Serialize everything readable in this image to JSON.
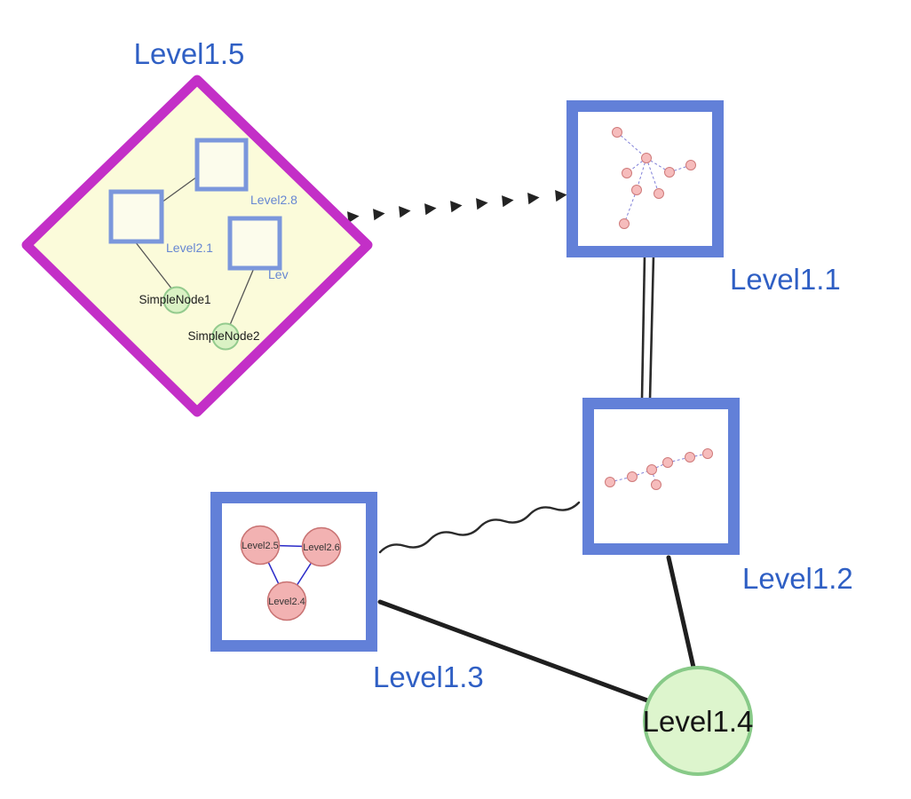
{
  "diagram": {
    "top_nodes": {
      "level1_5": {
        "label": "Level1.5",
        "shape": "diamond"
      },
      "level1_1": {
        "label": "Level1.1",
        "shape": "square"
      },
      "level1_2": {
        "label": "Level1.2",
        "shape": "square"
      },
      "level1_3": {
        "label": "Level1.3",
        "shape": "square"
      },
      "level1_4": {
        "label": "Level1.4",
        "shape": "circle"
      }
    },
    "level1_5_children": {
      "group_top": "Level2.8",
      "group_left": "Level2.1",
      "group_right": "Lev",
      "simple1": "SimpleNode1",
      "simple2": "SimpleNode2"
    },
    "level1_3_children": {
      "left": "Level2.5",
      "right": "Level2.6",
      "bottom": "Level2.4"
    },
    "edges": [
      {
        "from": "level1_5",
        "to": "level1_1",
        "style": "dashed-arrow"
      },
      {
        "from": "level1_1",
        "to": "level1_2",
        "style": "double-line"
      },
      {
        "from": "level1_2",
        "to": "level1_3",
        "style": "wavy"
      },
      {
        "from": "level1_3",
        "to": "level1_4",
        "style": "solid"
      },
      {
        "from": "level1_2",
        "to": "level1_4",
        "style": "solid"
      }
    ],
    "colors": {
      "label_blue": "#2f5fc4",
      "label_dark": "#141414",
      "diamond_border": "#c32fc7",
      "diamond_fill": "#fbfbda",
      "square_border": "#6280d8",
      "inner_square_border": "#7b97dc",
      "green_node_fill": "#daf2c4",
      "green_node_border": "#8cc88c",
      "pink_node_fill": "#f2b2b2",
      "pink_node_border": "#c87272",
      "edge_color": "#222222",
      "inner_edge_blue": "#2a2ac8"
    }
  }
}
